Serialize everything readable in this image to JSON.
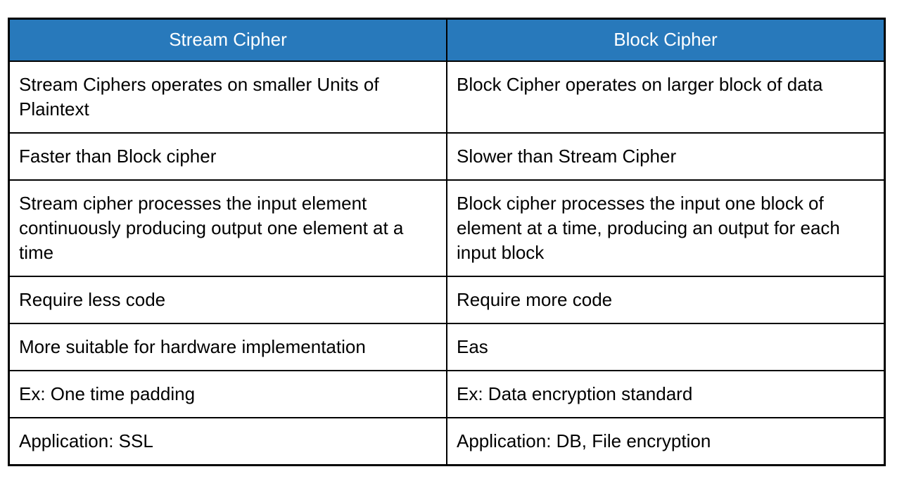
{
  "table": {
    "title": "Stream Cipher vs Block Cipher comparison table",
    "colors": {
      "header_bg": "#2879BB",
      "header_text": "#FFFFFF",
      "body_text": "#000000",
      "border": "#000000"
    },
    "headers": [
      {
        "label": "Stream Cipher"
      },
      {
        "label": "Block Cipher"
      }
    ],
    "rows": [
      [
        "Stream Ciphers operates on smaller Units of Plaintext",
        "Block Cipher operates on larger block of data"
      ],
      [
        "Faster than Block cipher",
        "Slower than Stream Cipher"
      ],
      [
        "Stream cipher processes the input element continuously producing output one element at a time",
        "Block cipher processes the input one block of element at a time, producing an output for each input block"
      ],
      [
        "Require less code",
        "Require more code"
      ],
      [
        "More suitable for hardware implementation",
        "Eas"
      ],
      [
        "Ex: One time padding",
        "Ex: Data encryption standard"
      ],
      [
        "Application: SSL",
        "Application: DB, File encryption"
      ]
    ]
  }
}
